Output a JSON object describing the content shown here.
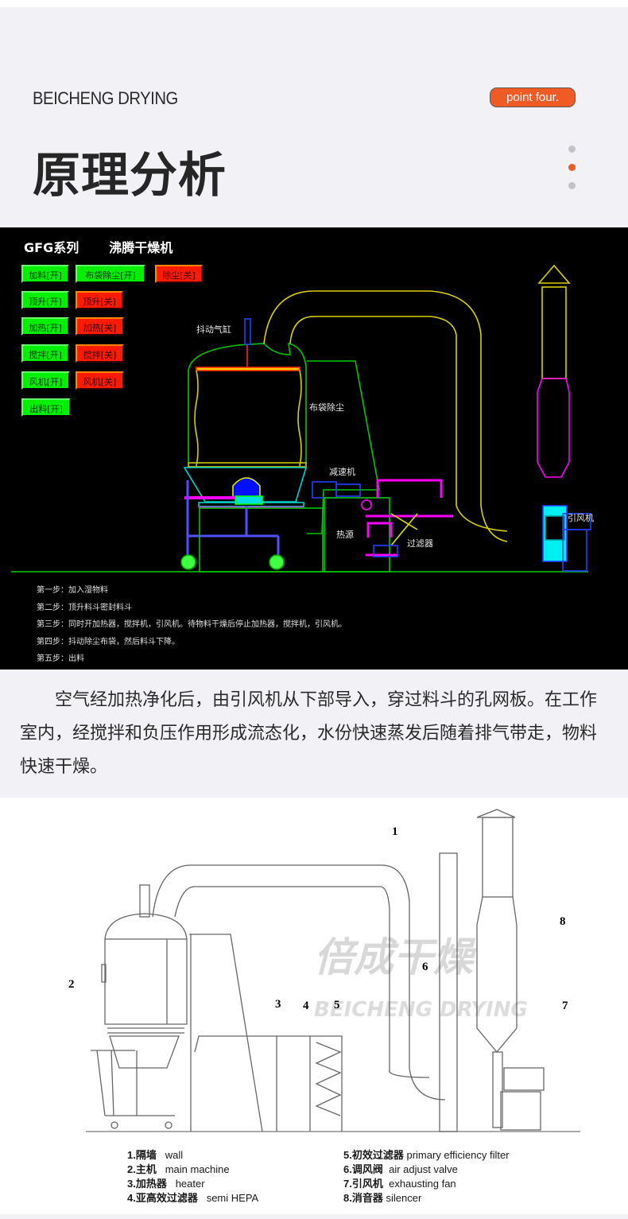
{
  "header": {
    "brand": "BEICHENG DRYING",
    "badge": "point four.",
    "title": "原理分析",
    "pager": {
      "count": 3,
      "active_index": 1
    },
    "accent_color": "#f05a24"
  },
  "control_panel": {
    "series": "GFG系列",
    "machine_name": "沸腾干燥机",
    "buttons": [
      {
        "label": "加料[开]",
        "state": "on"
      },
      {
        "label": "布袋除尘[开]",
        "state": "on"
      },
      {
        "label": "除尘[关]",
        "state": "off"
      },
      {
        "label": "顶升[开]",
        "state": "on"
      },
      {
        "label": "顶升[关]",
        "state": "off"
      },
      {
        "label": "加热[开]",
        "state": "on"
      },
      {
        "label": "加热[关]",
        "state": "off"
      },
      {
        "label": "搅拌[开]",
        "state": "on"
      },
      {
        "label": "搅拌[关]",
        "state": "off"
      },
      {
        "label": "风机[开]",
        "state": "on"
      },
      {
        "label": "风机[关]",
        "state": "off"
      },
      {
        "label": "出料[开]",
        "state": "on"
      }
    ],
    "labels": {
      "cylinder": "抖动气缸",
      "bag_filter": "布袋除尘",
      "reducer": "减速机",
      "heat_source": "热源",
      "filter": "过滤器",
      "fan": "引风机"
    },
    "steps": [
      "第一步：加入湿物料",
      "第二步：顶升料斗密封料斗",
      "第三步：同时开加热器，搅拌机，引风机。待物料干燥后停止加热器，搅拌机，引风机。",
      "第四步：抖动除尘布袋，然后料斗下降。",
      "第五步：出料"
    ]
  },
  "description": "空气经加热净化后，由引风机从下部导入，穿过料斗的孔网板。在工作室内，经搅拌和负压作用形成流态化，水份快速蒸发后随着排气带走，物料快速干燥。",
  "schematic": {
    "watermark_cn": "倍成干燥",
    "watermark_en": "BEICHENG DRYING",
    "callouts": [
      "1",
      "2",
      "3",
      "4",
      "5",
      "6",
      "7",
      "8"
    ],
    "legend": [
      {
        "num": "1.",
        "cn": "隔墙",
        "en": "wall"
      },
      {
        "num": "2.",
        "cn": "主机",
        "en": "main machine"
      },
      {
        "num": "3.",
        "cn": "加热器",
        "en": "heater"
      },
      {
        "num": "4.",
        "cn": "亚高效过滤器",
        "en": "semi HEPA"
      },
      {
        "num": "5.",
        "cn": "初效过滤器",
        "en": "primary efficiency filter"
      },
      {
        "num": "6.",
        "cn": "调风阀",
        "en": "air adjust valve"
      },
      {
        "num": "7.",
        "cn": "引风机",
        "en": "exhausting fan"
      },
      {
        "num": "8.",
        "cn": "消音器",
        "en": "silencer"
      }
    ]
  }
}
